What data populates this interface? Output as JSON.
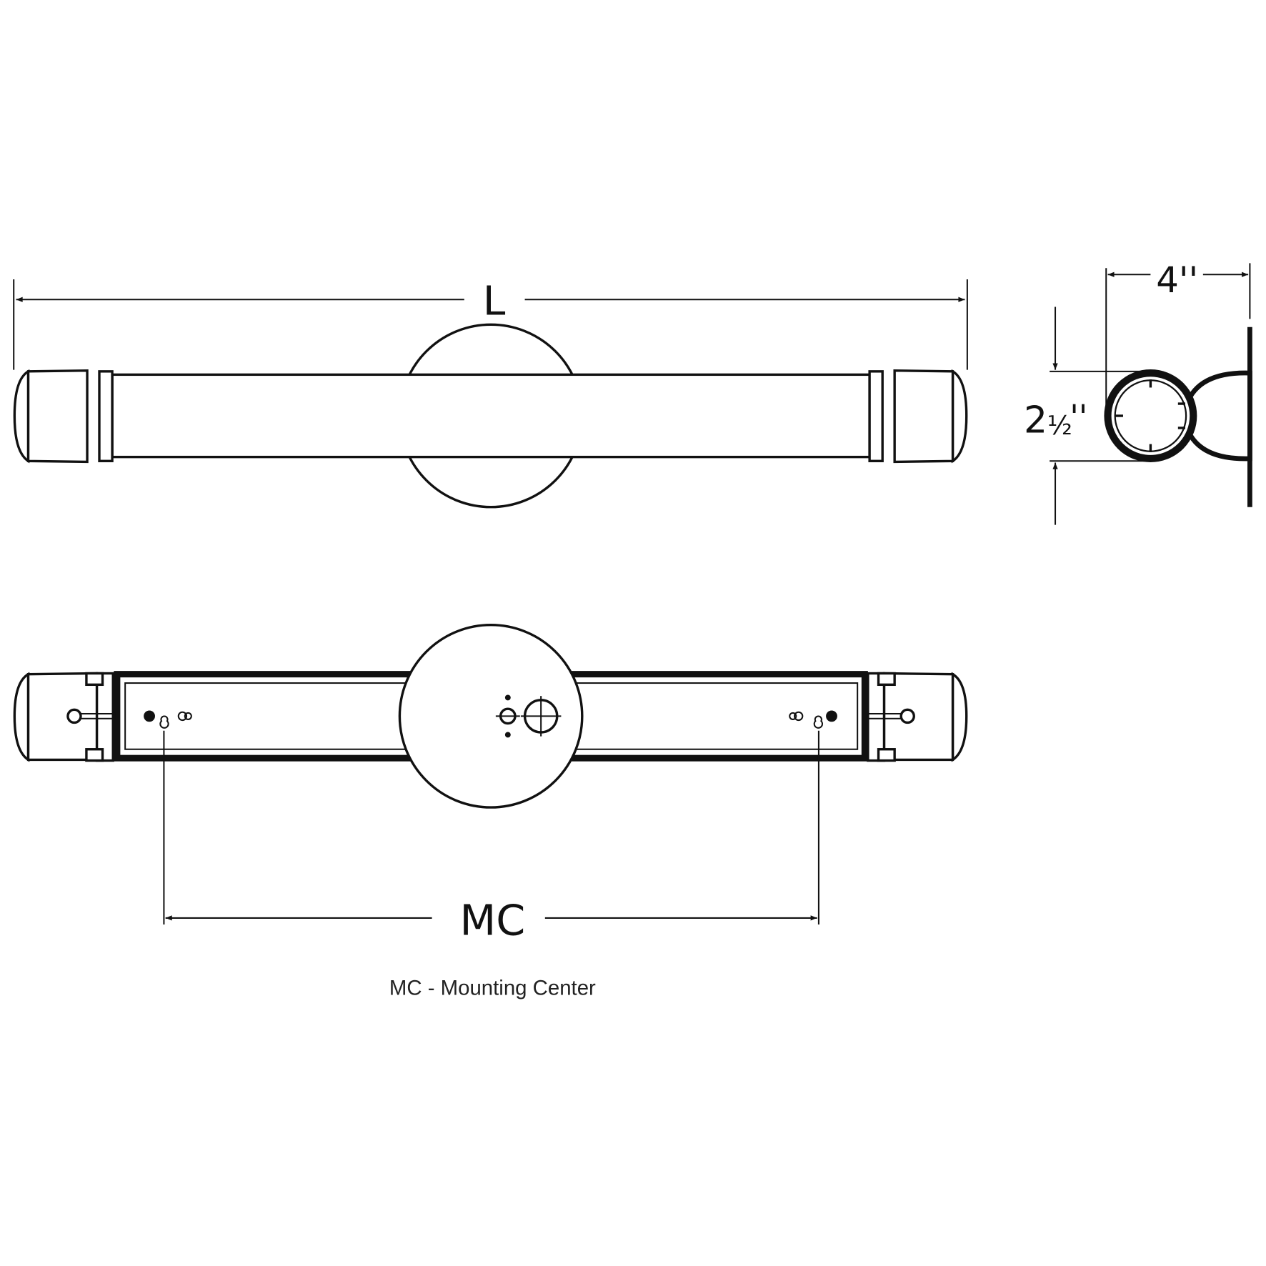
{
  "dimensions": {
    "length_label": "L",
    "width_label": "4''",
    "height_label_whole": "2",
    "height_label_fraction": "½",
    "height_label_unit": "''",
    "mounting_center_label": "MC"
  },
  "caption": "MC - Mounting Center",
  "colors": {
    "line": "#111111",
    "background": "#ffffff"
  }
}
